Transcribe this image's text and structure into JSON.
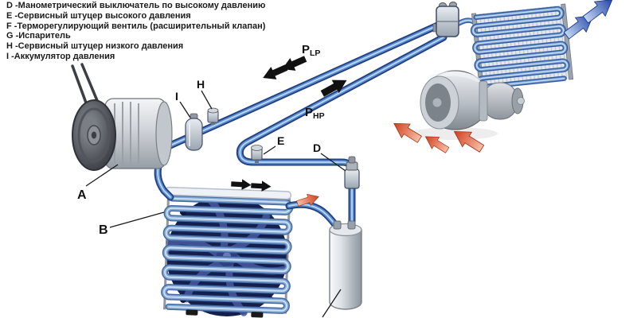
{
  "legend": {
    "items": [
      "D -Манометрический выключатель по высокому давлению",
      "E -Сервисный штуцер высокого давления",
      "F -Терморегулирующий вентиль (расширительный клапан)",
      "G -Испаритель",
      "H -Сервисный штуцер низкого давления",
      "I -Аккумулятор давления"
    ]
  },
  "labels": {
    "compressor": "A",
    "condenser": "B",
    "pressure_switch": "D",
    "hp_service_port": "E",
    "lp_service_port": "H",
    "accumulator": "I"
  },
  "pressure": {
    "lp_main": "P",
    "lp_sub": "LP",
    "hp_main": "P",
    "hp_sub": "HP"
  },
  "colors": {
    "tube_blue": "#24407e",
    "tube_light": "#5b8fd4",
    "hot_flow": "#d03f1c",
    "cold_flow": "#2344a4",
    "fan_navy": "#131f4e"
  }
}
